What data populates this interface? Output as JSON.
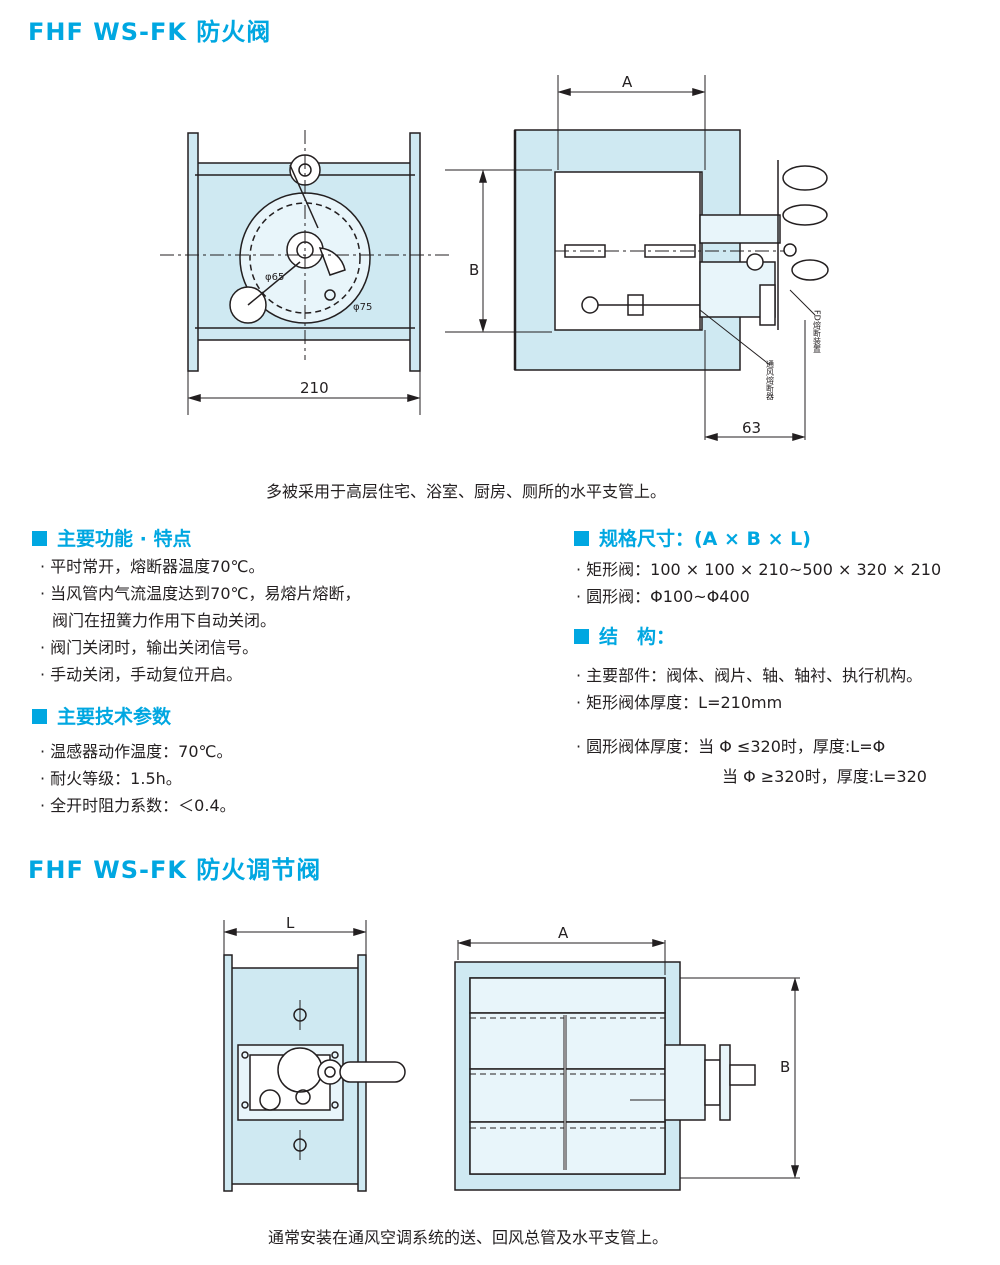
{
  "title1": "FHF WS-FK 防火阀",
  "title2": "FHF WS-FK 防火调节阀",
  "fig1": {
    "dim_A": "A",
    "dim_B": "B",
    "dim_210": "210",
    "dim_63": "63",
    "phi65": "φ65",
    "phi75": "φ75",
    "label_fuse": "FD熔断装置",
    "label_signal": "通风熔断器"
  },
  "caption1": "多被采用于高层住宅、浴室、厨房、厕所的水平支管上。",
  "features": {
    "heading": "主要功能 · 特点",
    "items": [
      "· 平时常开，熔断器温度70℃。",
      "· 当风管内气流温度达到70℃，易熔片熔断，",
      "阀门在扭簧力作用下自动关闭。",
      "· 阀门关闭时，输出关闭信号。",
      "· 手动关闭，手动复位开启。"
    ]
  },
  "params": {
    "heading": "主要技术参数",
    "items": [
      "· 温感器动作温度：70℃。",
      "· 耐火等级：1.5h。",
      "· 全开时阻力系数：＜0.4。"
    ]
  },
  "specs": {
    "heading": "规格尺寸：(A × B × L)",
    "items": [
      "· 矩形阀：100 × 100 × 210~500 × 320 × 210",
      "· 圆形阀：Φ100~Φ400"
    ]
  },
  "structure": {
    "heading": "结　构：",
    "items": [
      "· 主要部件：阀体、阀片、轴、轴衬、执行机构。",
      "· 矩形阀体厚度：L=210mm",
      "· 圆形阀体厚度：当 Φ ≤320时，厚度:L=Φ",
      "当 Φ ≥320时，厚度:L=320"
    ]
  },
  "fig2": {
    "dim_L": "L",
    "dim_A": "A",
    "dim_B": "B"
  },
  "caption2": "通常安装在通风空调系统的送、回风总管及水平支管上。",
  "colors": {
    "accent": "#00a7e1",
    "fill": "#cfe9f2",
    "line": "#231f20"
  }
}
